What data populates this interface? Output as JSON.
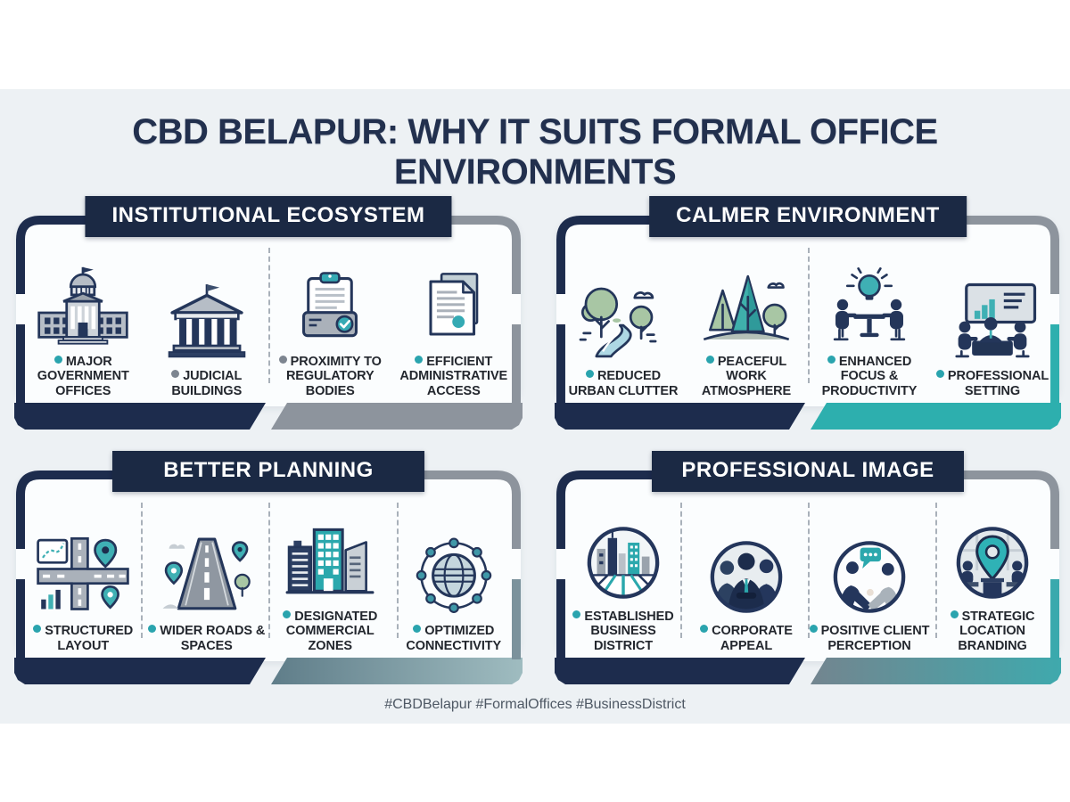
{
  "title": "CBD BELAPUR: WHY IT SUITS FORMAL OFFICE ENVIRONMENTS",
  "footer": {
    "hashtags": "#CBDBelapur #FormalOffices #BusinessDistrict"
  },
  "colors": {
    "navy": "#1d2c4d",
    "teal": "#2ba8ad",
    "gray": "#8d949d",
    "background": "#edf1f4",
    "panel_fill": "#fbfdfe",
    "header_bg": "#1b2944",
    "bullet_teal": "#2aa4ae",
    "bullet_gray": "#7d8590",
    "title_text": "#22304e",
    "footer_text": "#4e5864"
  },
  "panels": [
    {
      "header": "INSTITUTIONAL ECOSYSTEM",
      "items": [
        {
          "label": "MAJOR GOVERNMENT OFFICES",
          "icon": "government-capitol-icon",
          "bullet": "teal"
        },
        {
          "label": "JUDICIAL BUILDINGS",
          "icon": "judicial-building-icon",
          "bullet": "gray"
        },
        {
          "label": "PROXIMITY TO REGULATORY BODIES",
          "icon": "regulatory-clipboard-icon",
          "bullet": "gray"
        },
        {
          "label": "EFFICIENT ADMINISTRATIVE ACCESS",
          "icon": "administrative-documents-icon",
          "bullet": "teal"
        }
      ]
    },
    {
      "header": "CALMER ENVIRONMENT",
      "items": [
        {
          "label": "REDUCED URBAN CLUTTER",
          "icon": "park-river-icon",
          "bullet": "teal"
        },
        {
          "label": "PEACEFUL WORK ATMOSPHERE",
          "icon": "pine-trees-icon",
          "bullet": "teal"
        },
        {
          "label": "ENHANCED FOCUS & PRODUCTIVITY",
          "icon": "idea-meeting-icon",
          "bullet": "teal"
        },
        {
          "label": "PROFESSIONAL SETTING",
          "icon": "presentation-meeting-icon",
          "bullet": "teal"
        }
      ]
    },
    {
      "header": "BETTER PLANNING",
      "items": [
        {
          "label": "STRUCTURED LAYOUT",
          "icon": "city-grid-map-icon",
          "bullet": "teal"
        },
        {
          "label": "WIDER ROADS & SPACES",
          "icon": "wide-road-icon",
          "bullet": "teal"
        },
        {
          "label": "DESIGNATED COMMERCIAL ZONES",
          "icon": "commercial-buildings-icon",
          "bullet": "teal"
        },
        {
          "label": "OPTIMIZED CONNECTIVITY",
          "icon": "globe-network-icon",
          "bullet": "teal"
        }
      ]
    },
    {
      "header": "PROFESSIONAL IMAGE",
      "items": [
        {
          "label": "ESTABLISHED BUSINESS DISTRICT",
          "icon": "business-district-icon",
          "bullet": "teal"
        },
        {
          "label": "CORPORATE APPEAL",
          "icon": "corporate-team-icon",
          "bullet": "teal"
        },
        {
          "label": "POSITIVE CLIENT PERCEPTION",
          "icon": "client-handshake-icon",
          "bullet": "teal"
        },
        {
          "label": "STRATEGIC LOCATION BRANDING",
          "icon": "location-pin-meeting-icon",
          "bullet": "teal"
        }
      ]
    }
  ]
}
